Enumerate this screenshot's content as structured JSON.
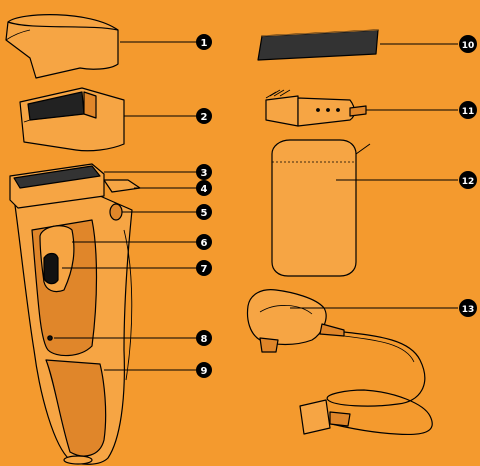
{
  "diagram": {
    "background_color": "#F49A2E",
    "line_color": "#000000",
    "part_fill": "#F6A544",
    "part_shade": "#E0862A",
    "callouts": [
      "1",
      "2",
      "3",
      "4",
      "5",
      "6",
      "7",
      "8",
      "9",
      "10",
      "11",
      "12",
      "13"
    ]
  }
}
